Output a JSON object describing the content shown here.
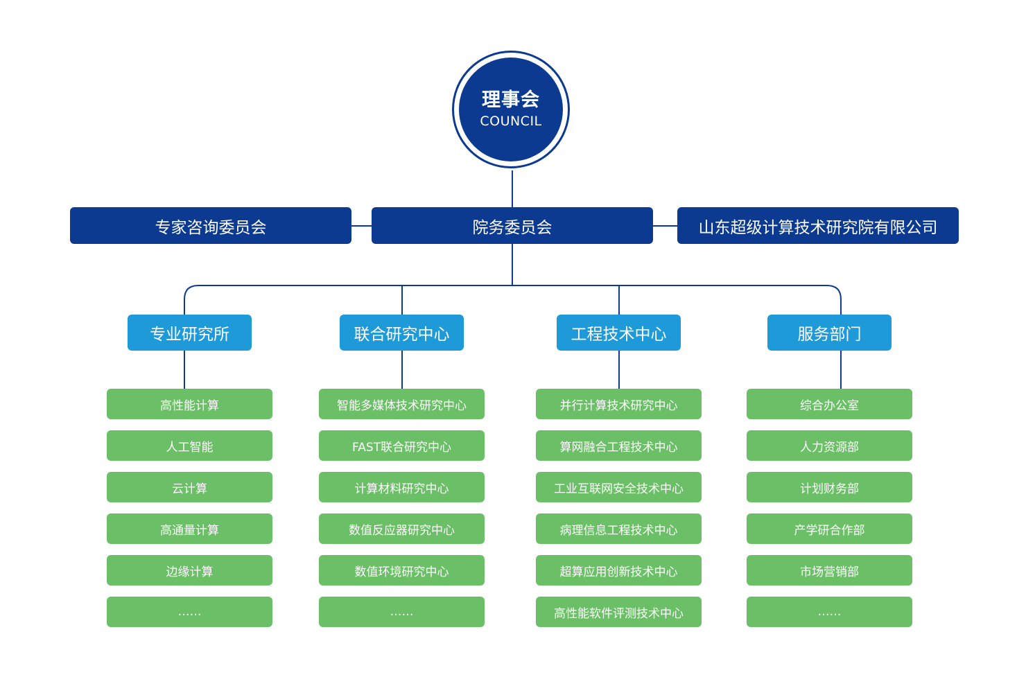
{
  "council": {
    "title_cn": "理事会",
    "title_en": "COUNCIL"
  },
  "tier2": {
    "left": "专家咨询委员会",
    "center": "院务委员会",
    "right": "山东超级计算技术研究院有限公司"
  },
  "departments": [
    {
      "label": "专业研究所",
      "items": [
        "高性能计算",
        "人工智能",
        "云计算",
        "高通量计算",
        "边缘计算",
        "……"
      ]
    },
    {
      "label": "联合研究中心",
      "items": [
        "智能多媒体技术研究中心",
        "FAST联合研究中心",
        "计算材料研究中心",
        "数值反应器研究中心",
        "数值环境研究中心",
        "……"
      ]
    },
    {
      "label": "工程技术中心",
      "items": [
        "并行计算技术研究中心",
        "算网融合工程技术中心",
        "工业互联网安全技术中心",
        "病理信息工程技术中心",
        "超算应用创新技术中心",
        "高性能软件评测技术中心"
      ]
    },
    {
      "label": "服务部门",
      "items": [
        "综合办公室",
        "人力资源部",
        "计划财务部",
        "产学研合作部",
        "市场营销部",
        "……"
      ]
    }
  ],
  "colors": {
    "navy": "#0b3a90",
    "sky": "#1e9ad8",
    "green": "#6bbf66"
  }
}
